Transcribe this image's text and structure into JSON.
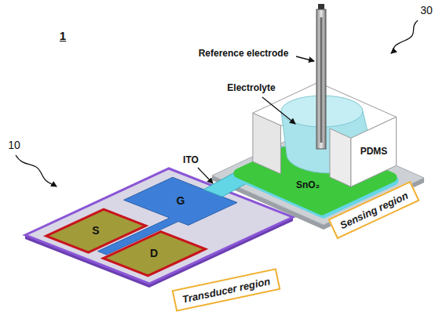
{
  "diagram": {
    "nodes": [
      {
        "text": [
          "Transducer region"
        ]
      },
      {
        "text": [
          "Sensing region"
        ]
      }
    ],
    "labels": [
      "1",
      "10",
      "30",
      "Reference electrode",
      "Electrolyte",
      "ITO",
      "SnO₂",
      "PDMS",
      "S",
      "G",
      "D"
    ]
  }
}
